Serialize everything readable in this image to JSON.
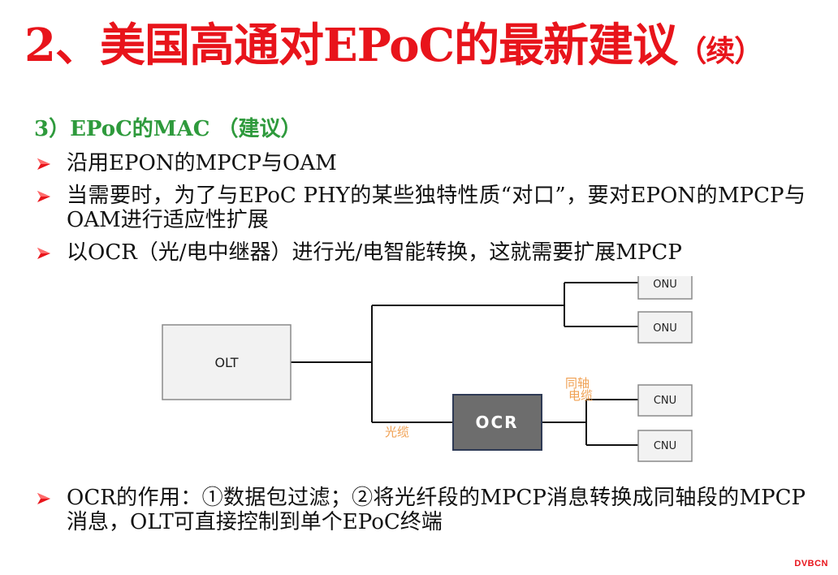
{
  "slide": {
    "title": "2、美国高通对EPoC的最新建议",
    "title_suffix": "（续）",
    "section": "3）EPoC的MAC （建议）",
    "bullets": [
      "沿用EPON的MPCP与OAM",
      "当需要时，为了与EPoC  PHY的某些独特性质“对口”，要对EPON的MPCP与OAM进行适应性扩展",
      "以OCR（光/电中继器）进行光/电智能转换，这就需要扩展MPCP",
      "OCR的作用：①数据包过滤；②将光纤段的MPCP消息转换成同轴段的MPCP消息，OLT可直接控制到单个EPoC终端"
    ],
    "bullet_icon": "arrow-right-icon",
    "logo": "DVBCN"
  },
  "diagram": {
    "olt": "OLT",
    "onu_top": "ONU",
    "onu_bottom": "ONU",
    "ocr": "OCR",
    "cnu_top": "CNU",
    "cnu_bottom": "CNU",
    "fiber_label": "光缆",
    "coax_label_line1": "同轴",
    "coax_label_line2": "电缆"
  },
  "colors": {
    "title": "#e8141b",
    "section": "#2e9a3c",
    "bullet_arrow": "#e8141b",
    "ocr_fill": "#6d6d6d",
    "box_fill": "#f2f2f2",
    "cable_label": "#f0a052"
  }
}
